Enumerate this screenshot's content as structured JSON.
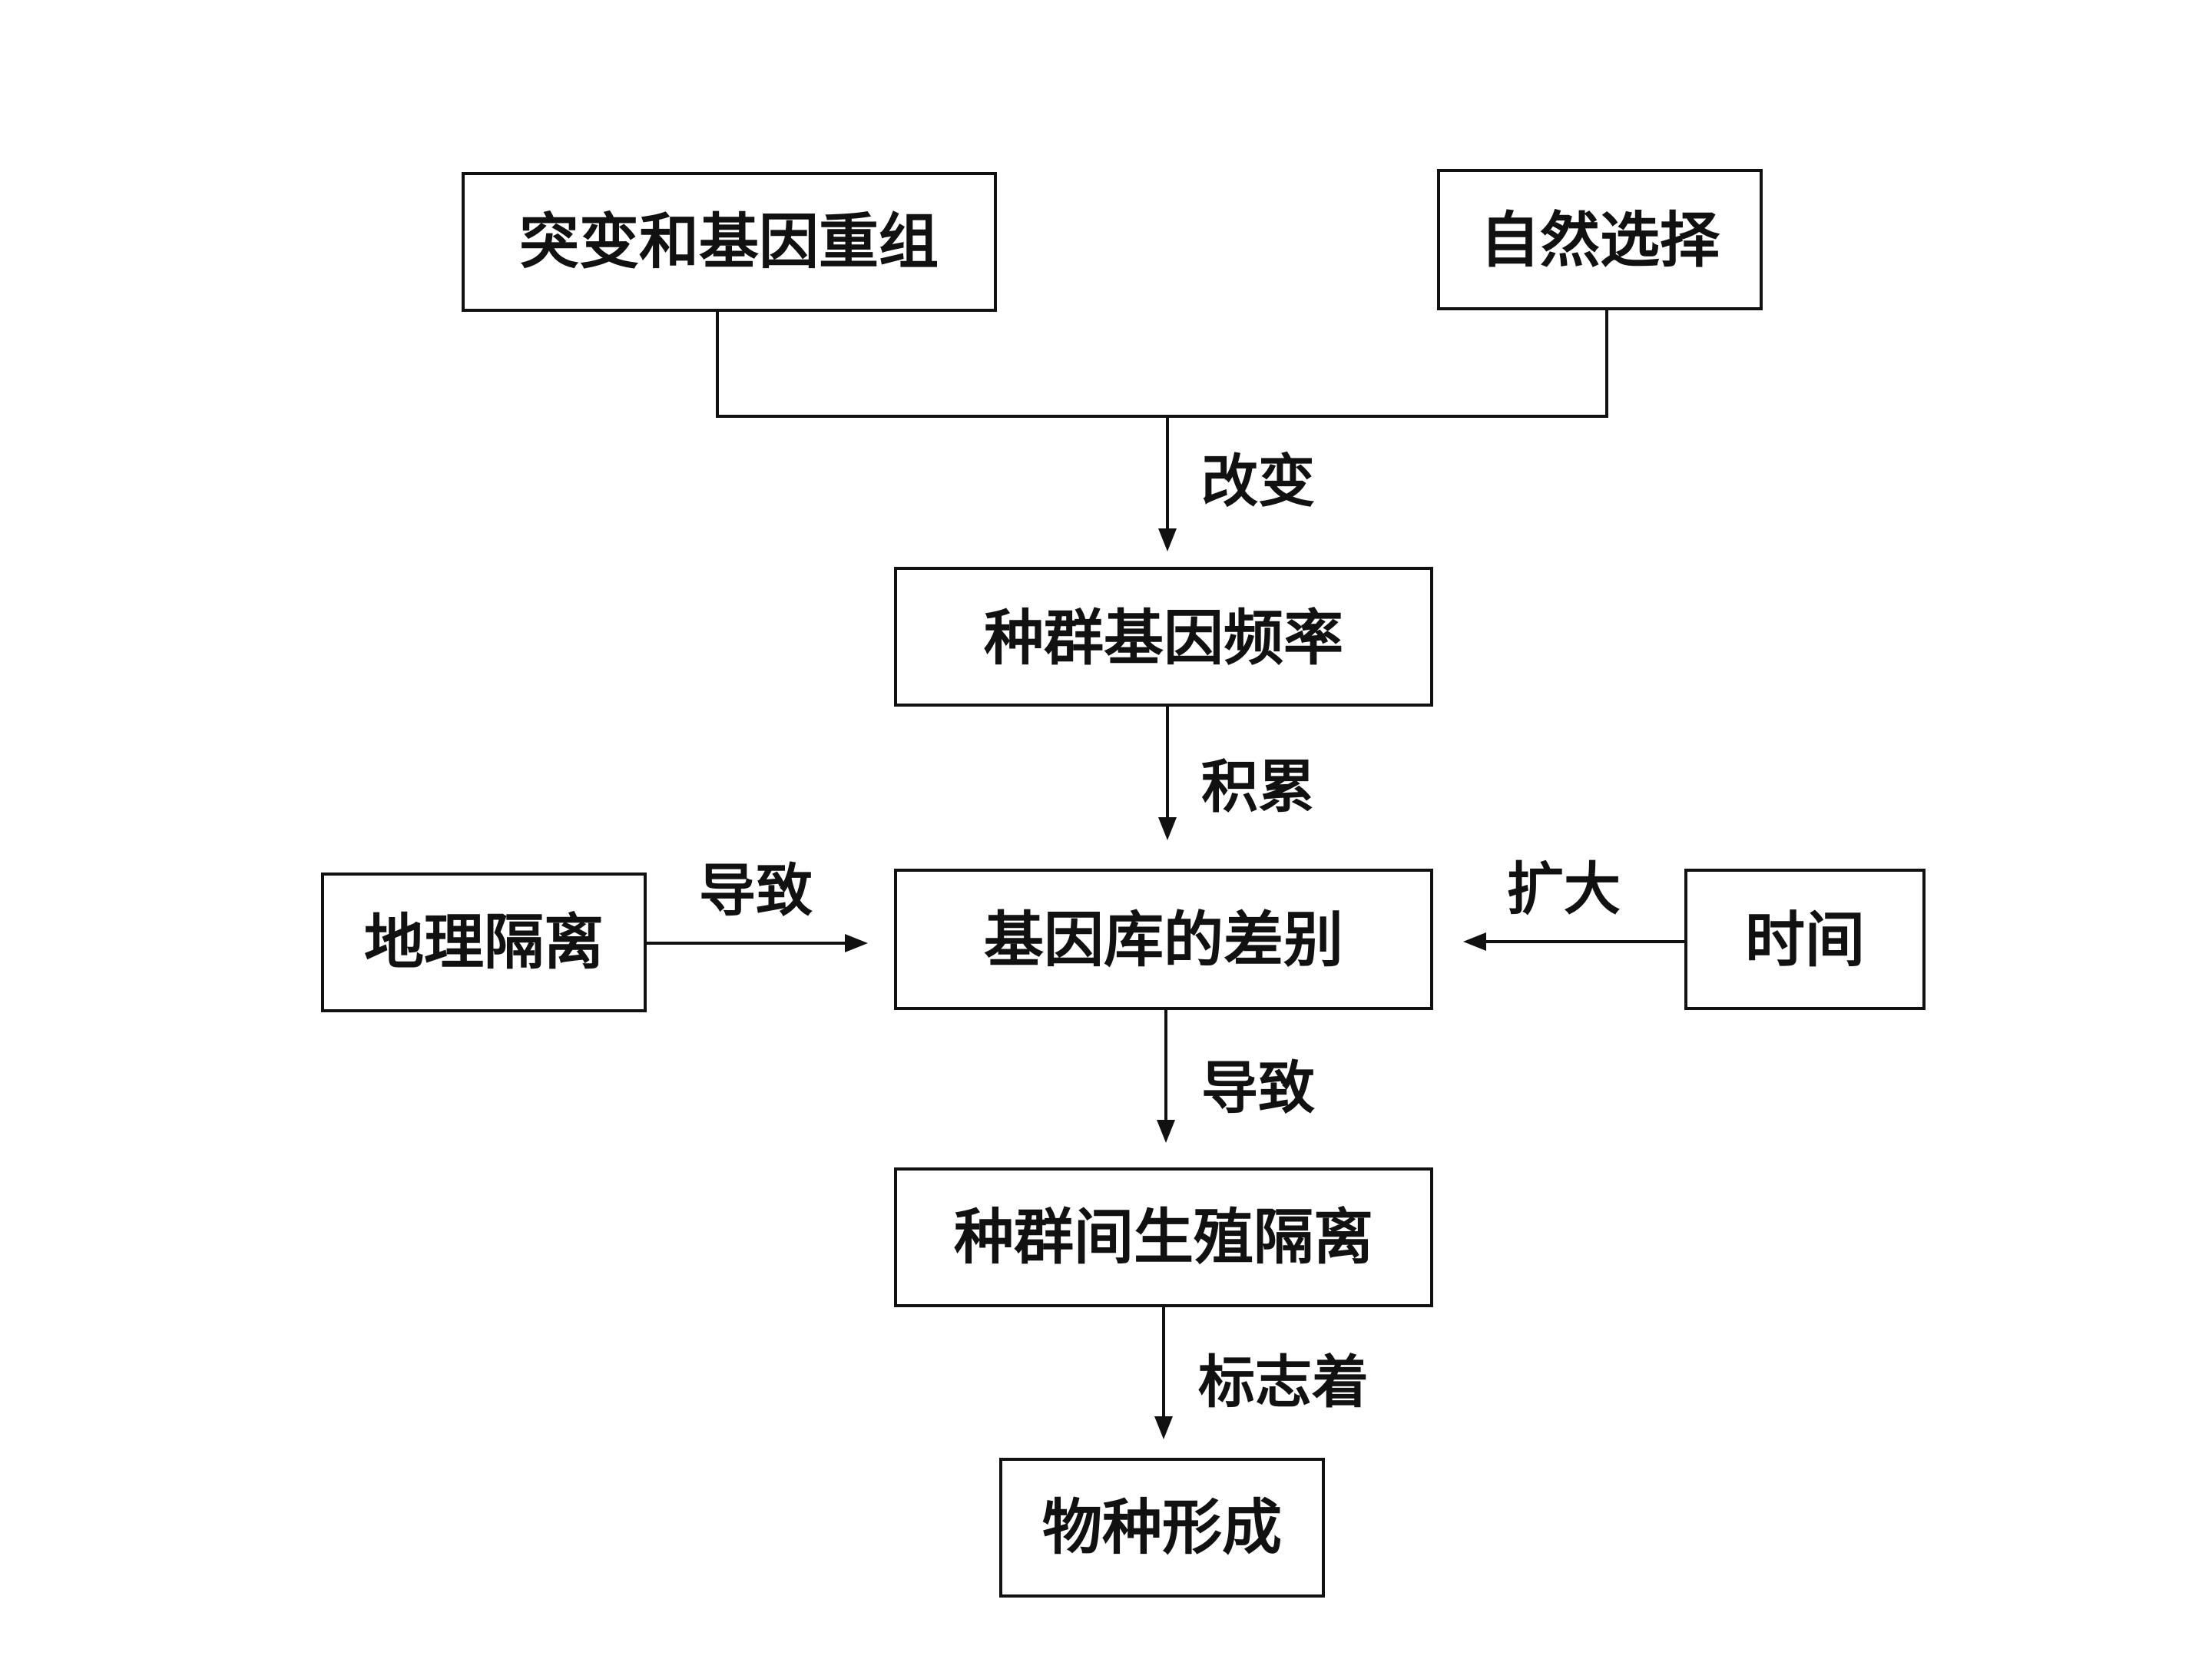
{
  "nodes": {
    "mutation": "突变和基因重组",
    "selection": "自然选择",
    "frequency": "种群基因频率",
    "difference": "基因库的差别",
    "geo": "地理隔离",
    "time": "时间",
    "reproductive": "种群间生殖隔离",
    "species": "物种形成"
  },
  "edges": {
    "change": "改变",
    "accumulate": "积累",
    "lead_left": "导致",
    "expand": "扩大",
    "lead_down": "导致",
    "marks": "标志着"
  }
}
